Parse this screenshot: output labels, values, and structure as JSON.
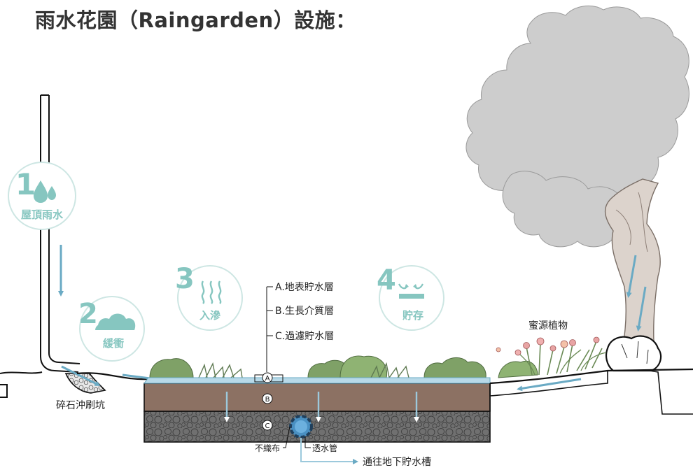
{
  "title": "雨水花園（Raingarden）設施：",
  "steps": [
    {
      "num": "1",
      "label": "屋頂雨水",
      "icon": "water-drops-icon"
    },
    {
      "num": "2",
      "label": "緩衝",
      "icon": "shrub-icon"
    },
    {
      "num": "3",
      "label": "入滲",
      "icon": "infiltration-waves-icon"
    },
    {
      "num": "4",
      "label": "貯存",
      "icon": "storage-tank-icon"
    }
  ],
  "layers": [
    {
      "key": "A",
      "label": "A.地表貯水層"
    },
    {
      "key": "B",
      "label": "B.生長介質層"
    },
    {
      "key": "C",
      "label": "C.過濾貯水層"
    }
  ],
  "annotations": {
    "gravel_pit": "碎石沖刷坑",
    "nectar_plants": "蜜源植物",
    "geotextile": "不織布",
    "perforated_pipe": "透水管",
    "to_tank": "通往地下貯水槽"
  },
  "colors": {
    "teal": "#86c6c0",
    "water": "#b8d9e8",
    "arrow": "#6aaac4",
    "soil": "#8c7163",
    "gravel": "#6e6e6e",
    "foliage": "#7fa167",
    "tree": "#c9c9c9",
    "pipe": "#4a90c2"
  }
}
